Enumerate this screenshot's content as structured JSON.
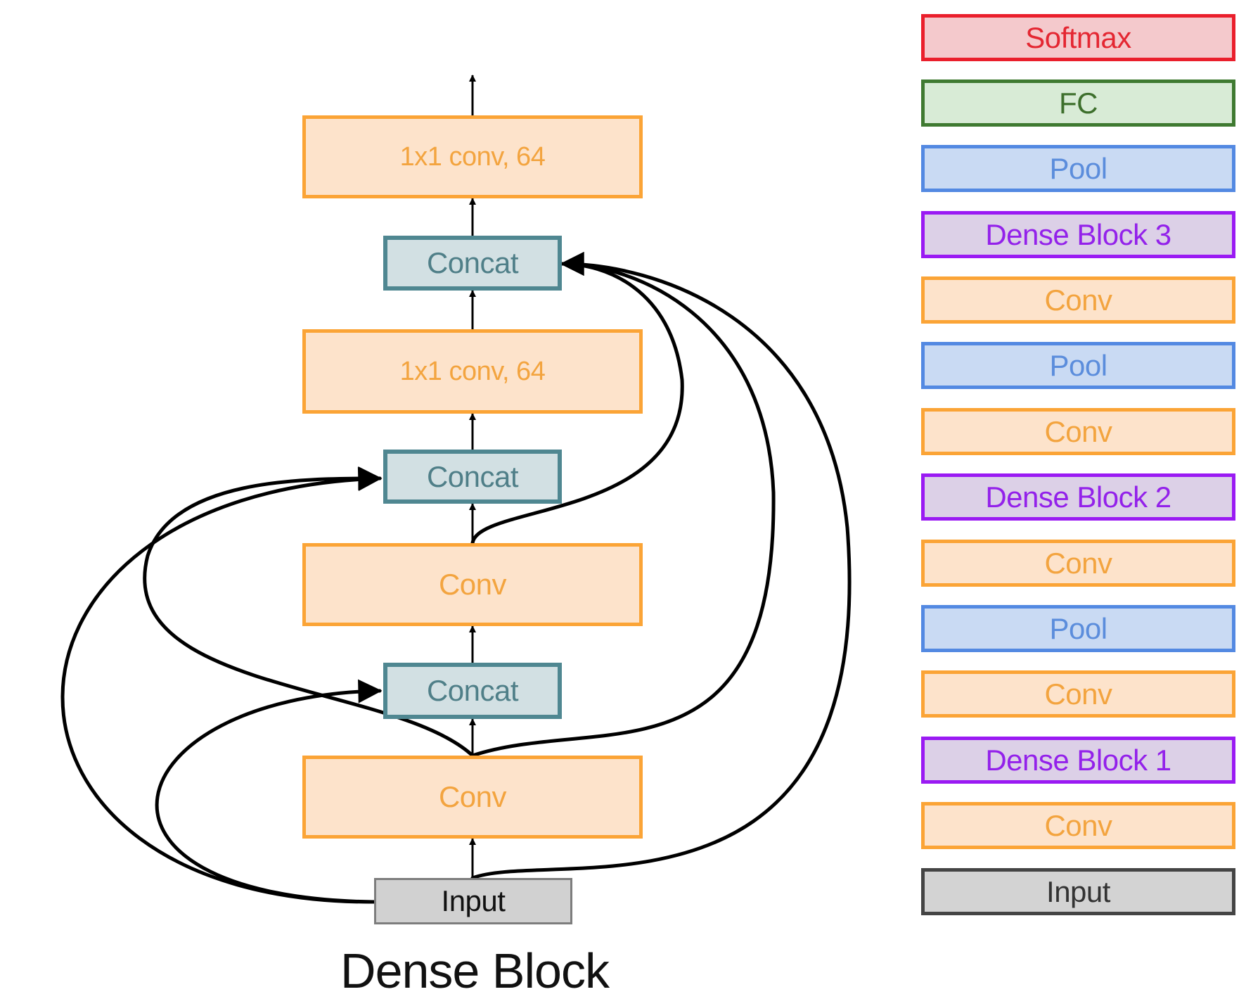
{
  "dense_block": {
    "title": "Dense Block",
    "nodes": {
      "input": "Input",
      "conv_1": "Conv",
      "concat_1": "Concat",
      "conv_2": "Conv",
      "concat_2": "Concat",
      "conv_3": "1x1 conv, 64",
      "concat_3": "Concat",
      "conv_4": "1x1 conv, 64"
    },
    "edges": [
      {
        "from": "input",
        "to": "conv_1"
      },
      {
        "from": "conv_1",
        "to": "concat_1"
      },
      {
        "from": "concat_1",
        "to": "conv_2"
      },
      {
        "from": "conv_2",
        "to": "concat_2"
      },
      {
        "from": "concat_2",
        "to": "conv_3"
      },
      {
        "from": "conv_3",
        "to": "concat_3"
      },
      {
        "from": "concat_3",
        "to": "conv_4"
      },
      {
        "from": "input",
        "to": "concat_1"
      },
      {
        "from": "input",
        "to": "concat_2"
      },
      {
        "from": "input",
        "to": "concat_3"
      },
      {
        "from": "conv_1",
        "to": "concat_2"
      },
      {
        "from": "conv_1",
        "to": "concat_3"
      },
      {
        "from": "conv_2",
        "to": "concat_3"
      }
    ]
  },
  "network_stack": [
    {
      "label": "Softmax",
      "type": "softmax"
    },
    {
      "label": "FC",
      "type": "fc"
    },
    {
      "label": "Pool",
      "type": "pool"
    },
    {
      "label": "Dense Block 3",
      "type": "dense"
    },
    {
      "label": "Conv",
      "type": "conv"
    },
    {
      "label": "Pool",
      "type": "pool"
    },
    {
      "label": "Conv",
      "type": "conv"
    },
    {
      "label": "Dense Block 2",
      "type": "dense"
    },
    {
      "label": "Conv",
      "type": "conv"
    },
    {
      "label": "Pool",
      "type": "pool"
    },
    {
      "label": "Conv",
      "type": "conv"
    },
    {
      "label": "Dense Block 1",
      "type": "dense"
    },
    {
      "label": "Conv",
      "type": "conv"
    },
    {
      "label": "Input",
      "type": "input"
    }
  ],
  "colors": {
    "conv": "#fba436",
    "concat": "#4f8791",
    "input": "#7d7d7d",
    "softmax": "#ea1f2c",
    "fc": "#3f7a31",
    "pool": "#5389e2",
    "dense": "#9a1af3",
    "edge": "#000000"
  }
}
